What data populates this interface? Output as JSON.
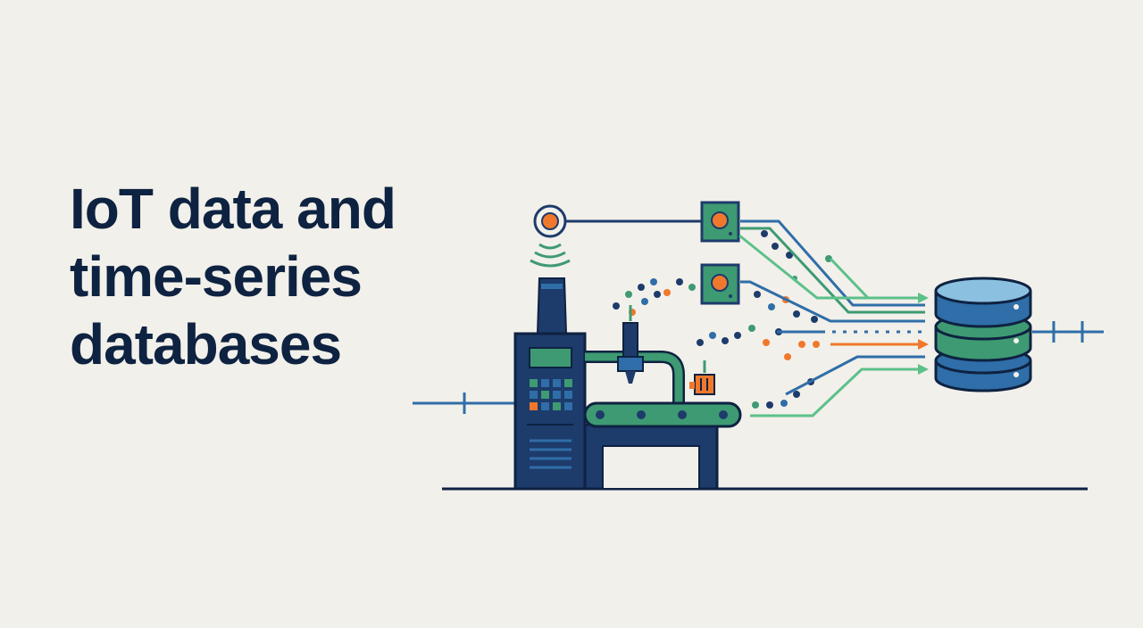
{
  "title": {
    "lines": [
      "IoT data and",
      "time-series",
      "databases"
    ]
  },
  "colors": {
    "background": "#f2f0ea",
    "navy": "#1d3b6b",
    "blue": "#2f6ea8",
    "green": "#3e9a72",
    "lightGreen": "#5cc08a",
    "orange": "#f0782c",
    "dark": "#0e2241"
  },
  "icons": [
    "wireless-sensor-icon",
    "sensor-box-icon",
    "database-icon",
    "factory-machine-icon",
    "conveyor-belt-icon",
    "robotic-arm-icon"
  ]
}
